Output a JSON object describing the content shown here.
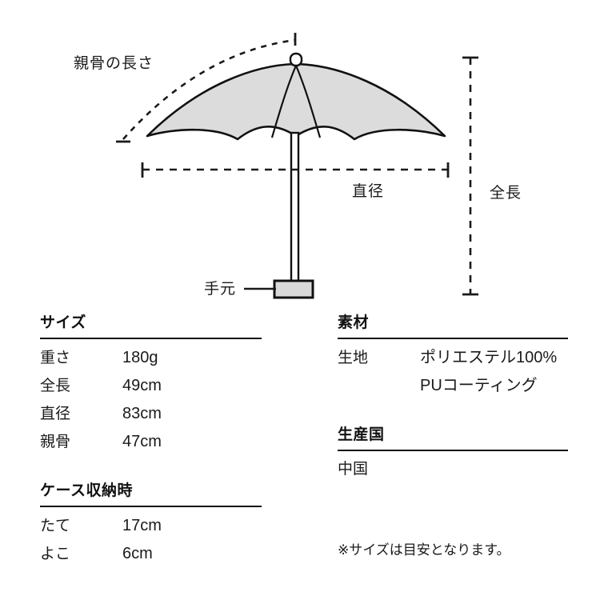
{
  "diagram": {
    "labels": {
      "rib_length": "親骨の長さ",
      "diameter": "直径",
      "total_length": "全長",
      "handle": "手元"
    },
    "colors": {
      "canopy_fill": "#dcdcdc",
      "outline": "#111111",
      "handle_fill": "#d9d9d9"
    }
  },
  "sections": {
    "size": {
      "title": "サイズ",
      "rows": [
        {
          "label": "重さ",
          "value": "180g"
        },
        {
          "label": "全長",
          "value": "49cm"
        },
        {
          "label": "直径",
          "value": "83cm"
        },
        {
          "label": "親骨",
          "value": "47cm"
        }
      ]
    },
    "case": {
      "title": "ケース収納時",
      "rows": [
        {
          "label": "たて",
          "value": "17cm"
        },
        {
          "label": "よこ",
          "value": "6cm"
        }
      ]
    },
    "material": {
      "title": "素材",
      "rows": [
        {
          "label": "生地",
          "value": "ポリエステル100%"
        },
        {
          "label": "",
          "value": "PUコーティング"
        }
      ]
    },
    "country": {
      "title": "生産国",
      "rows": [
        {
          "label": "中国",
          "value": ""
        }
      ]
    }
  },
  "footnote": "※サイズは目安となります。"
}
